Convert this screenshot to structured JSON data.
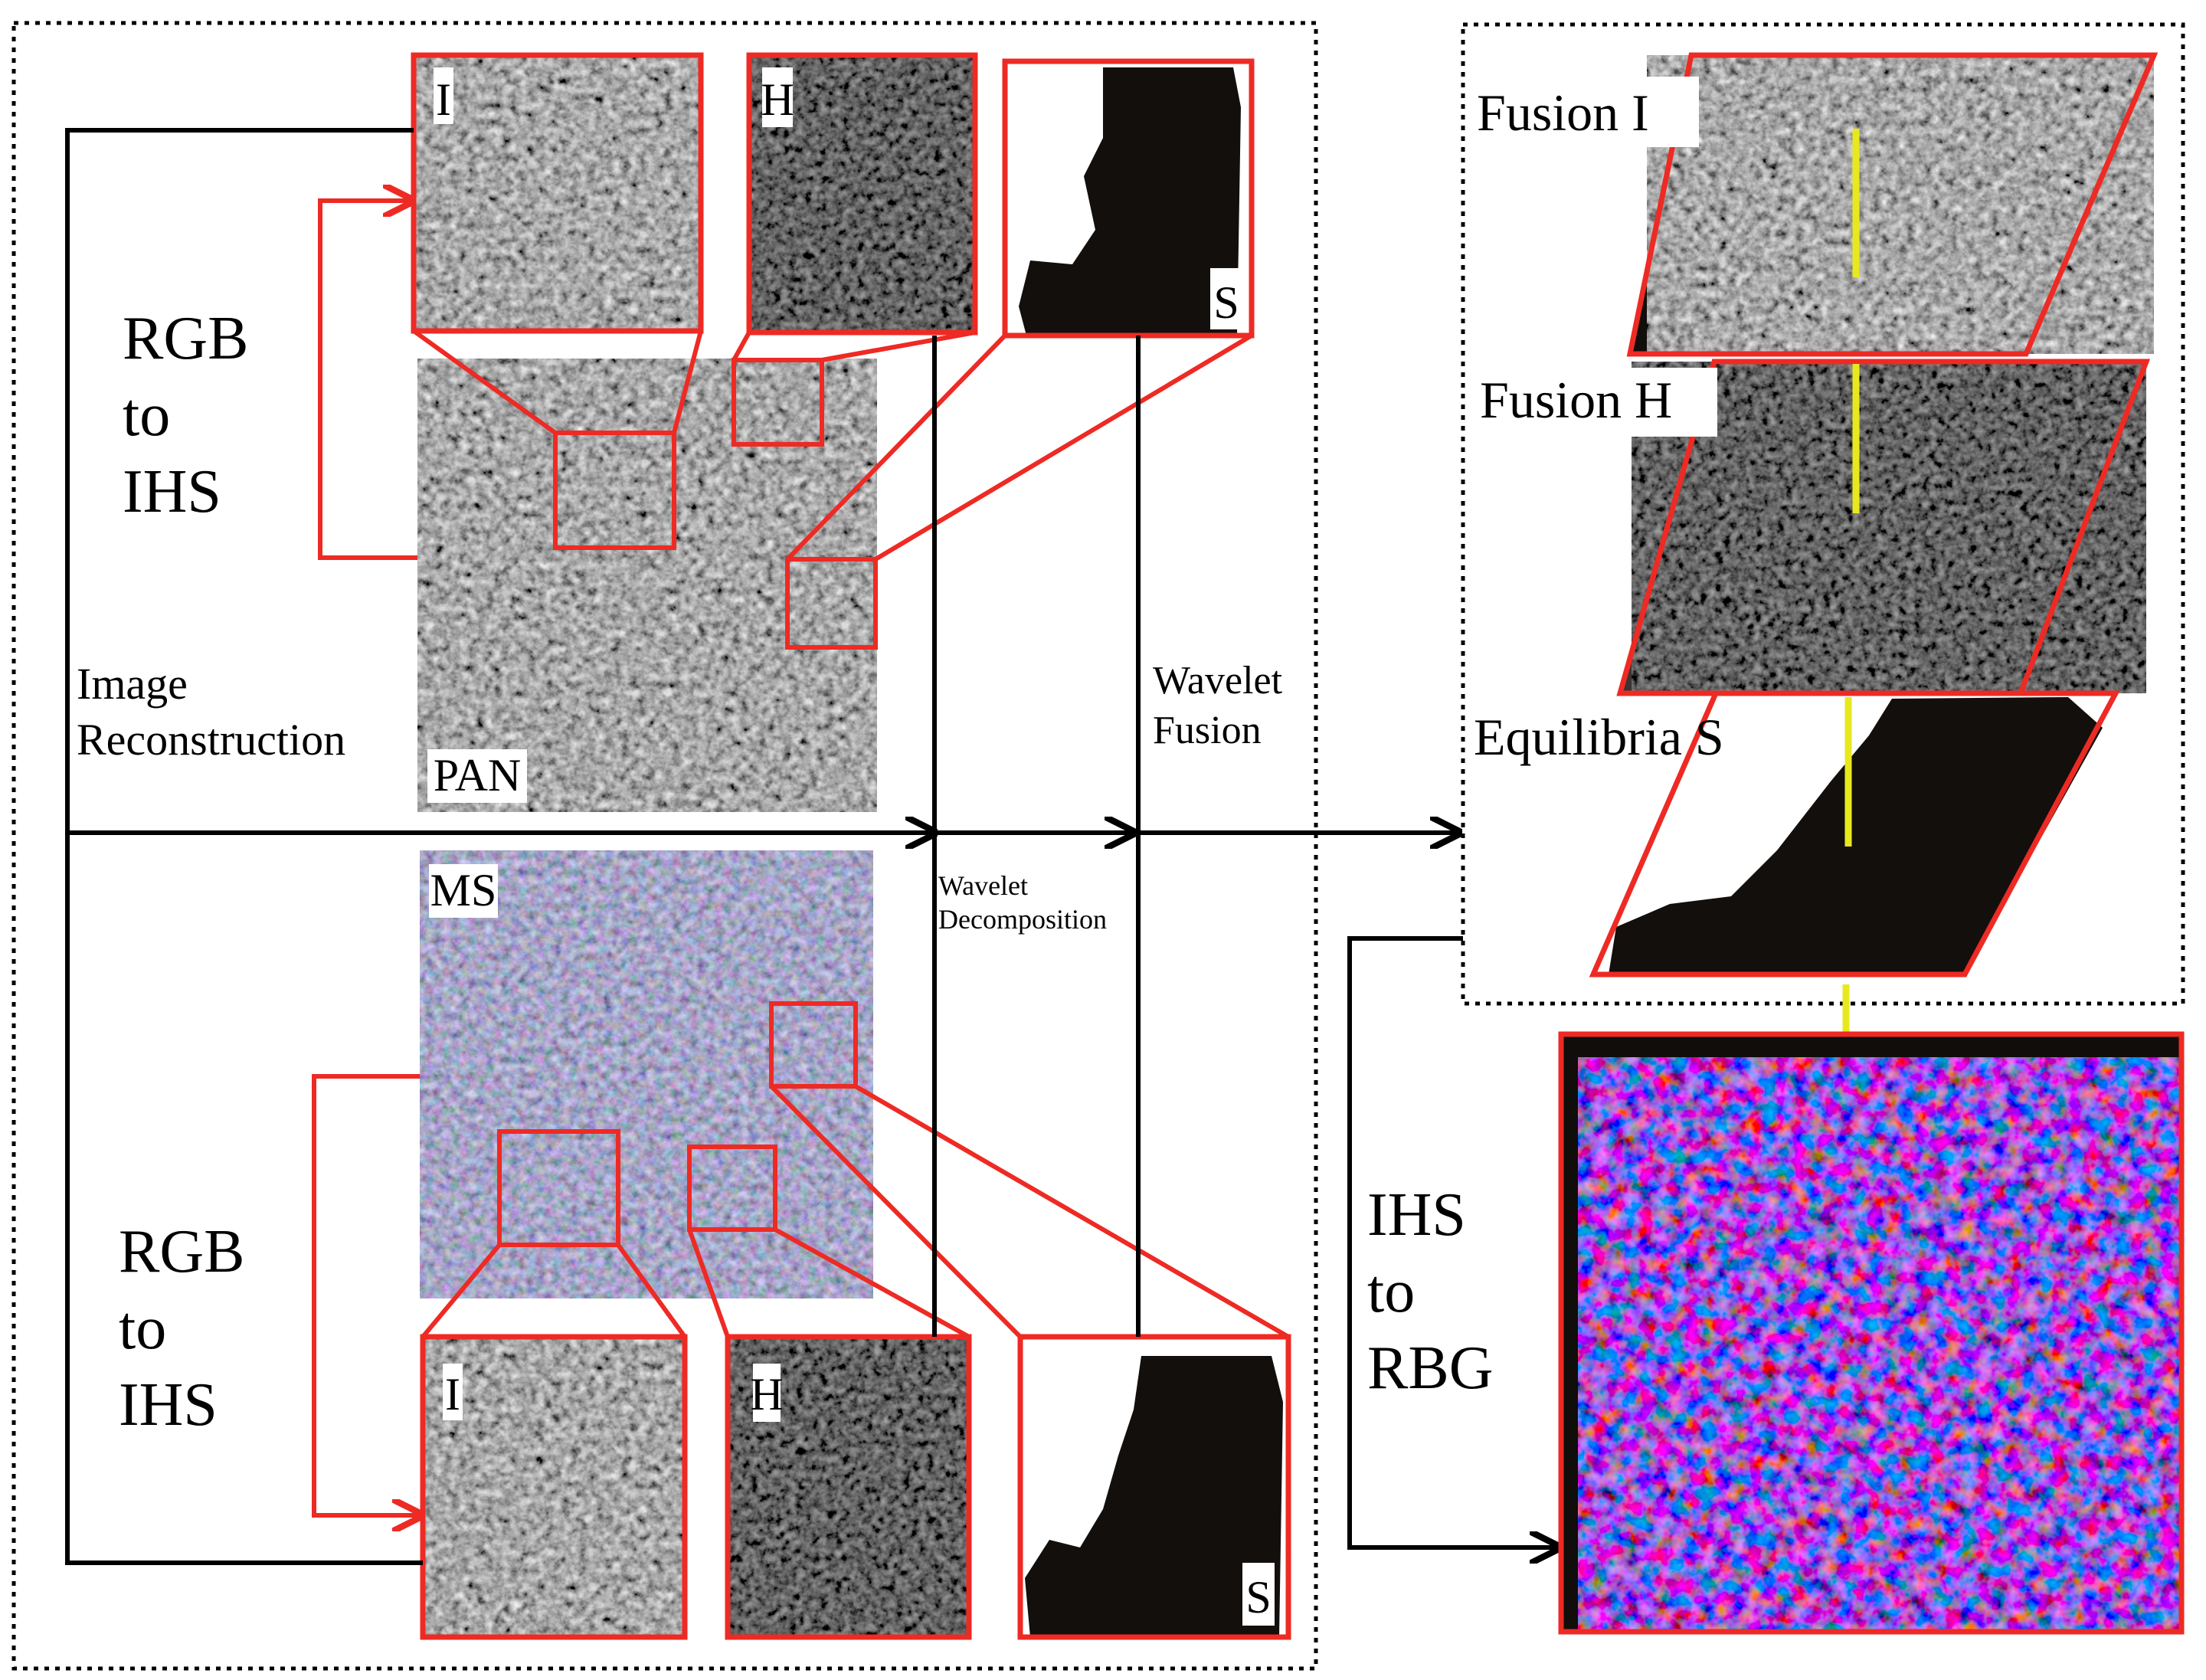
{
  "labels": {
    "rgb_to_ihs_top": [
      "RGB",
      "to",
      "IHS"
    ],
    "rgb_to_ihs_bottom": [
      "RGB",
      "to",
      "IHS"
    ],
    "image_reconstruction": [
      "Image",
      "Reconstruction"
    ],
    "wavelet_fusion": [
      "Wavelet",
      "Fusion"
    ],
    "wavelet_decomposition": [
      "Wavelet",
      "Decomposition"
    ],
    "ihs_to_rbg": [
      "IHS",
      "to",
      "RBG"
    ],
    "fusion_i": "Fusion I",
    "fusion_h": "Fusion H",
    "equilibria_s": "Equilibria S"
  },
  "panel_tags": {
    "pan": "PAN",
    "ms": "MS",
    "top_i": "I",
    "top_h": "H",
    "top_s": "S",
    "bottom_i": "I",
    "bottom_h": "H",
    "bottom_s": "S"
  },
  "colors": {
    "frame_red": "#ee2a24",
    "arrow_black": "#000000",
    "yellow_line": "#e8e81e",
    "dark_bg": "#100d0a",
    "hue_grey": "#3a3432",
    "white_bg": "#ffffff",
    "fused_red": "#e0261c",
    "fused_blue": "#8a86e8"
  }
}
